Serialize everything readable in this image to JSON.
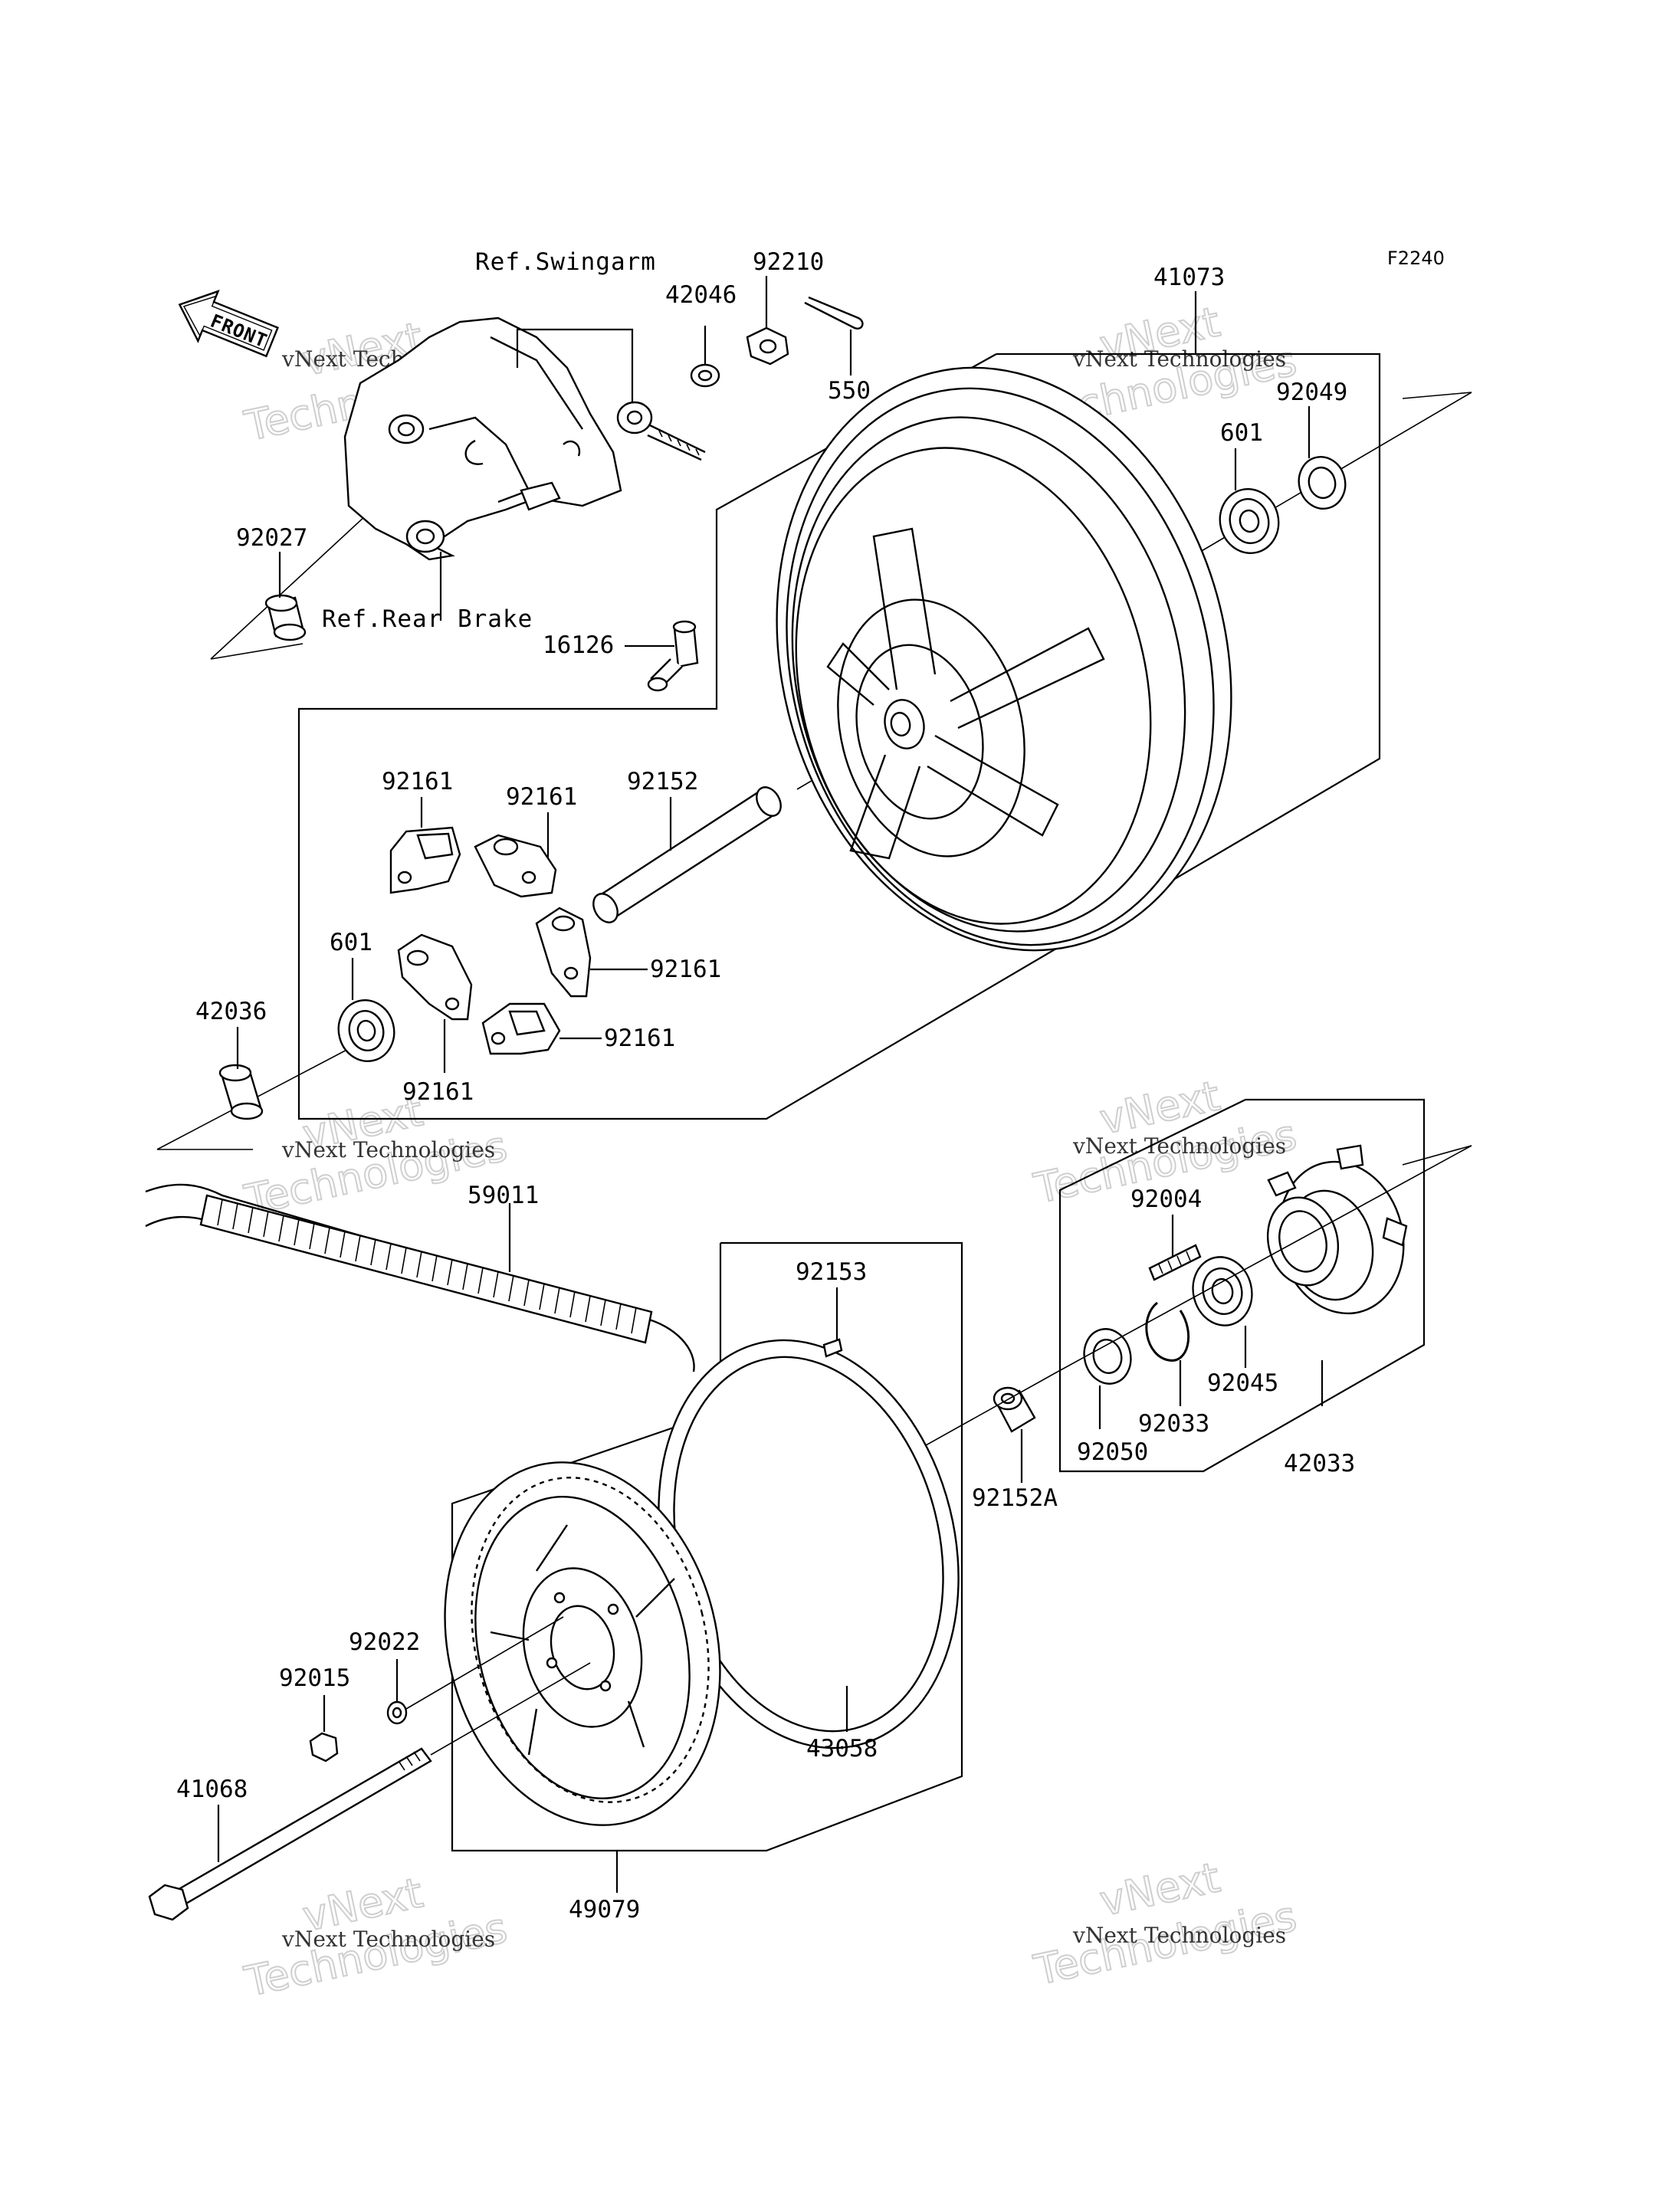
{
  "diagram_code": "F2240",
  "front_arrow_text": "FRONT",
  "refs": {
    "swingarm": "Ref.Swingarm",
    "rear_brake": "Ref.Rear Brake"
  },
  "parts": {
    "p92210": "92210",
    "p42046": "42046",
    "p550": "550",
    "p41073": "41073",
    "p601_top": "601",
    "p92049": "92049",
    "p92027": "92027",
    "p16126": "16126",
    "p92161_a": "92161",
    "p92161_b": "92161",
    "p92152": "92152",
    "p601_left": "601",
    "p92161_c": "92161",
    "p92161_d": "92161",
    "p42036": "42036",
    "p92161_e": "92161",
    "p59011": "59011",
    "p92004": "92004",
    "p92153": "92153",
    "p92045": "92045",
    "p92033": "92033",
    "p42033": "42033",
    "p92050": "92050",
    "p92152A": "92152A",
    "p92022": "92022",
    "p92015": "92015",
    "p43058": "43058",
    "p41068": "41068",
    "p49079": "49079"
  },
  "watermark": {
    "small": "vNext Technologies",
    "big_top": "vNext",
    "big_bottom": "Technologies"
  }
}
